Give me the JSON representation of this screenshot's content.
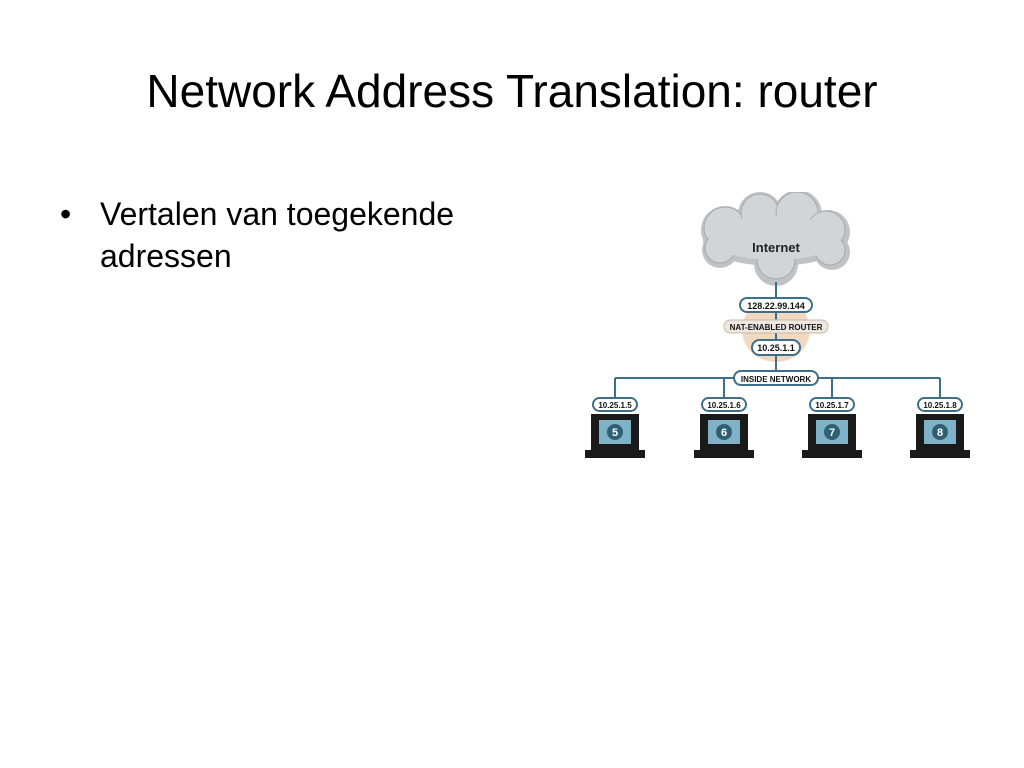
{
  "slide": {
    "title": "Network Address Translation: router",
    "bullets": [
      {
        "marker": "•",
        "text": "Vertalen van toegekende adressen"
      }
    ]
  },
  "diagram": {
    "cloud_label": "Internet",
    "public_ip": "128.22.99.144",
    "router_label": "NAT-ENABLED ROUTER",
    "router_inside_ip": "10.25.1.1",
    "network_label": "INSIDE NETWORK",
    "computers": [
      {
        "ip": "10.25.1.5",
        "number": "5"
      },
      {
        "ip": "10.25.1.6",
        "number": "6"
      },
      {
        "ip": "10.25.1.7",
        "number": "7"
      },
      {
        "ip": "10.25.1.8",
        "number": "8"
      }
    ],
    "colors": {
      "line": "#3d6f86",
      "pill_fill": "#ffffff",
      "router_pill_fill": "#efe8e0",
      "router_glow": "#e9c7a6",
      "cloud_fill": "#d2d5d8",
      "screen": "#7fb2c6",
      "monitor": "#1a1a1a"
    }
  }
}
